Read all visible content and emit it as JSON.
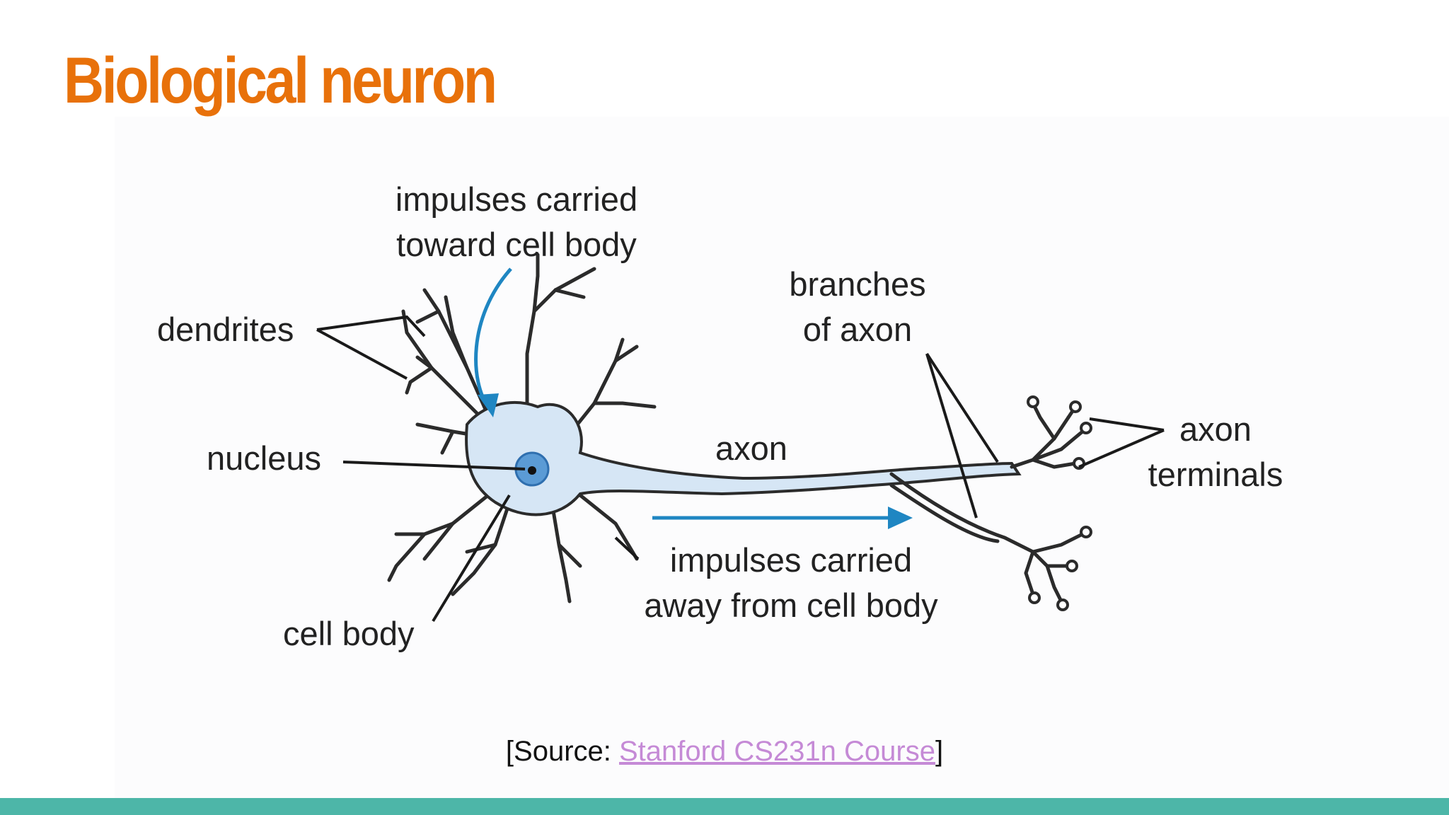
{
  "slide": {
    "title": "Biological neuron",
    "title_color": "#E8710A",
    "footer_bar_color": "#4DB6A8"
  },
  "diagram": {
    "labels": {
      "dendrites": "dendrites",
      "nucleus": "nucleus",
      "cell_body": "cell body",
      "impulses_in_line1": "impulses carried",
      "impulses_in_line2": "toward cell body",
      "branches_line1": "branches",
      "branches_line2": "of axon",
      "axon": "axon",
      "impulses_out_line1": "impulses carried",
      "impulses_out_line2": "away from cell body",
      "terminals_line1": "axon",
      "terminals_line2": "terminals"
    },
    "colors": {
      "cell_fill": "#D6E6F5",
      "cell_outline": "#2B2B2B",
      "nucleus_fill": "#5B9BD5",
      "arrow": "#1F86C2",
      "pointer_line": "#1A1A1A"
    }
  },
  "caption": {
    "prefix": "[Source: ",
    "link_text": "Stanford CS231n Course",
    "suffix": "]",
    "link_color": "#C58AD6"
  }
}
